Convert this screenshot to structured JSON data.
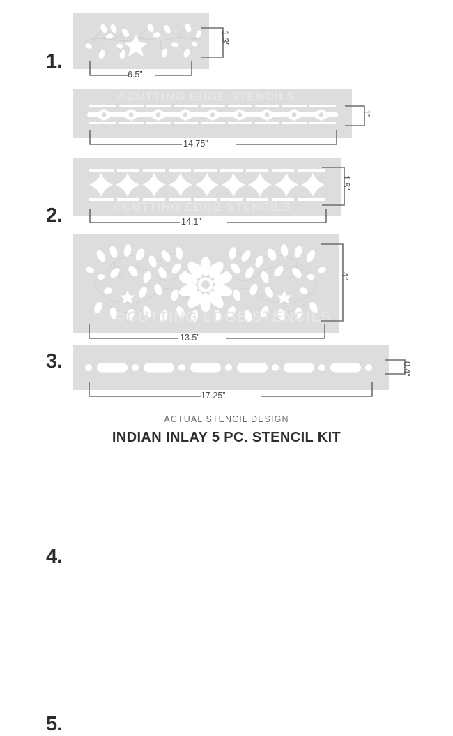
{
  "page": {
    "background_color": "#ffffff",
    "panel_color": "#dddddd",
    "cut_color": "#ffffff",
    "dimension_color": "#6e6e6e",
    "label_color": "#2b2b2b",
    "watermark_color": "#e6e6e6",
    "watermark_text": "©CUTTING EDGE STENCILS"
  },
  "stencils": [
    {
      "number": "1.",
      "pattern": "leafy-vine-with-star",
      "width_label": "6.5”",
      "height_label": "1.3”",
      "has_watermark": false
    },
    {
      "number": "2.",
      "pattern": "eye-diamond-border",
      "width_label": "14.75”",
      "height_label": "1”",
      "has_watermark": true
    },
    {
      "number": "3.",
      "pattern": "quatrefoil-border",
      "width_label": "14.1”",
      "height_label": "1.8”",
      "has_watermark": true
    },
    {
      "number": "4.",
      "pattern": "large-floral-medallion",
      "width_label": "13.5”",
      "height_label": "4”",
      "has_watermark": true
    },
    {
      "number": "5.",
      "pattern": "dot-dash-border",
      "width_label": "17.25”",
      "height_label": "0.4”",
      "has_watermark": false
    }
  ],
  "footer": {
    "subtitle": "ACTUAL STENCIL DESIGN",
    "title": "INDIAN INLAY 5 PC. STENCIL KIT"
  }
}
